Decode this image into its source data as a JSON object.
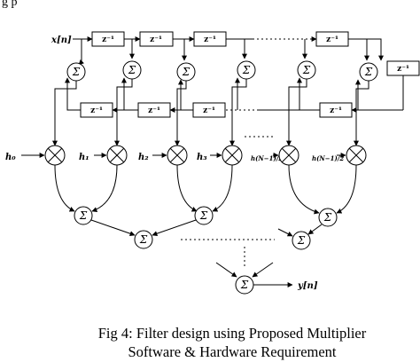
{
  "header_fragment": "g     p",
  "input_label": "x[n]",
  "output_label": "y[n]",
  "delay_label": "z⁻¹",
  "sum_symbol": "Σ",
  "coefficients": [
    "h₀",
    "h₁",
    "h₂",
    "h₃",
    "h(N−1)/2 −1",
    "h(N−1)/2"
  ],
  "caption": {
    "line1": "Fig 4: Filter design using Proposed Multiplier",
    "line2": "Software & Hardware Requirement"
  }
}
